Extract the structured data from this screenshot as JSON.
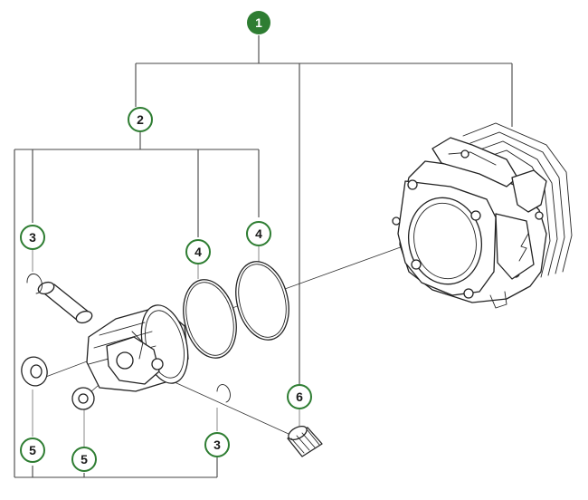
{
  "colors": {
    "callout_ring": "#2e7d32",
    "callout_fill": "#2e7d32",
    "callout_text_on_fill": "#ffffff",
    "callout_text": "#1a1a1a",
    "tree_lines": "#999999",
    "part_stroke": "#222222"
  },
  "callouts": {
    "c1": "1",
    "c2": "2",
    "c3a": "3",
    "c3b": "3",
    "c4a": "4",
    "c4b": "4",
    "c5a": "5",
    "c5b": "5",
    "c6": "6"
  },
  "parts": {
    "cylinder": "cylinder-assembly",
    "piston": "piston",
    "piston_pin": "piston-pin",
    "piston_ring_1": "piston-ring",
    "piston_ring_2": "piston-ring",
    "circlip_1": "circlip",
    "circlip_2": "circlip",
    "thrust_washer_1": "thrust-washer",
    "thrust_washer_2": "thrust-washer",
    "needle_bearing": "needle-bearing"
  }
}
